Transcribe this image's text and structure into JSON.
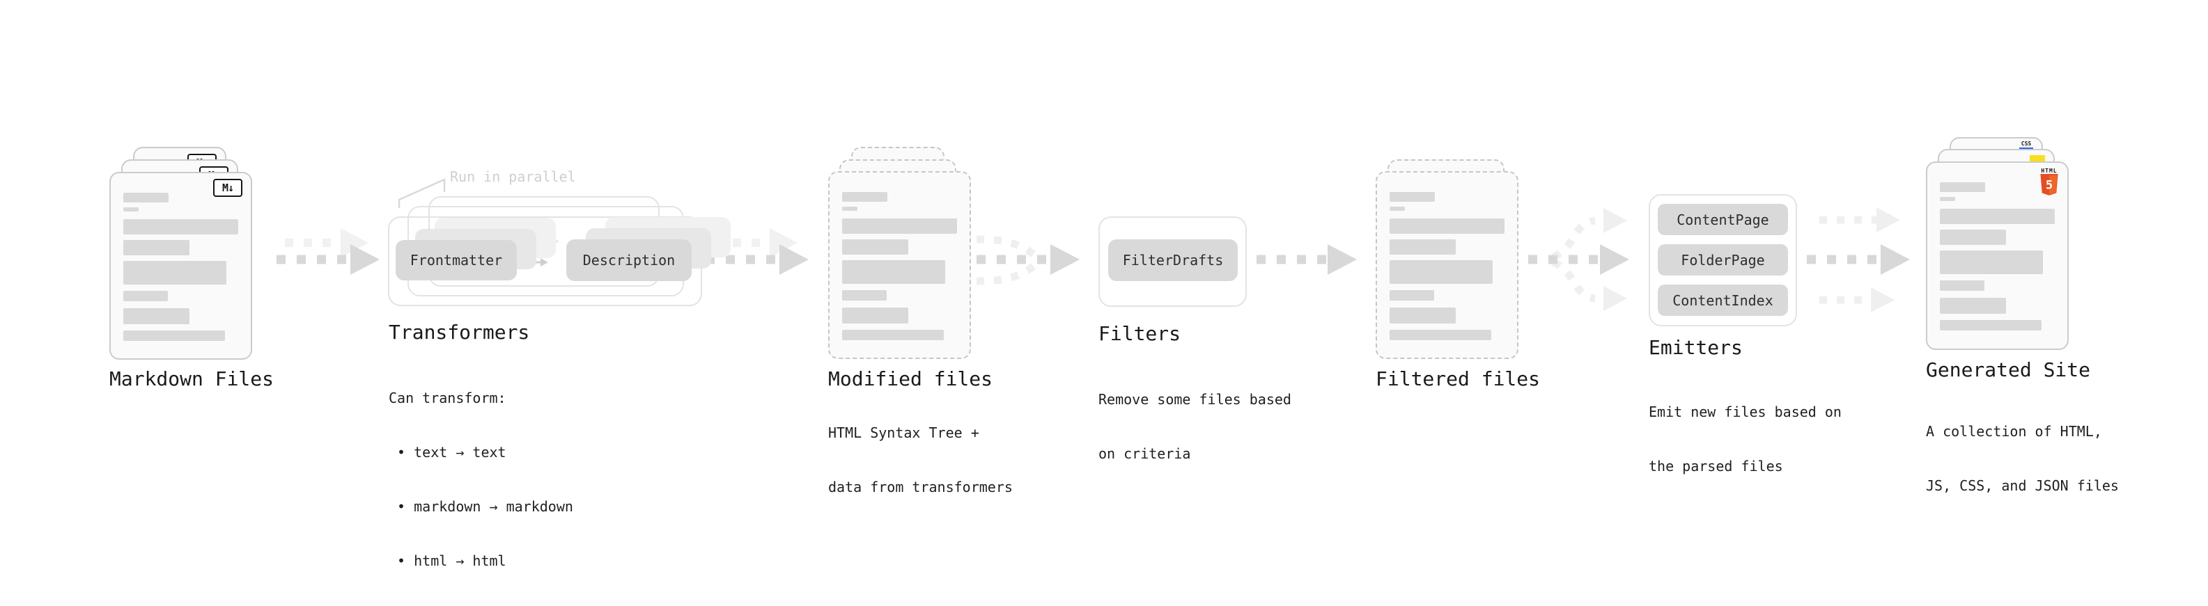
{
  "markdown": {
    "label": "Markdown Files"
  },
  "transformers": {
    "label": "Transformers",
    "annotation": "Run in parallel",
    "chip1": "Frontmatter",
    "chip2": "Description",
    "desc_line1": "Can transform:",
    "desc_line2": " • text → text",
    "desc_line3": " • markdown → markdown",
    "desc_line4": " • html → html"
  },
  "modified": {
    "label": "Modified files",
    "desc_line1": "HTML Syntax Tree +",
    "desc_line2": "data from transformers"
  },
  "filters": {
    "label": "Filters",
    "chip1": "FilterDrafts",
    "desc_line1": "Remove some files based",
    "desc_line2": "on criteria"
  },
  "filtered": {
    "label": "Filtered files"
  },
  "emitters": {
    "label": "Emitters",
    "chip1": "ContentPage",
    "chip2": "FolderPage",
    "chip3": "ContentIndex",
    "desc_line1": "Emit new files based on",
    "desc_line2": "the parsed files"
  },
  "generated": {
    "label": "Generated Site",
    "desc_line1": "A collection of HTML,",
    "desc_line2": "JS, CSS, and JSON files"
  },
  "icons": {
    "markdown_glyph": "M↓",
    "html5_wordmark": "HTML",
    "html5_number": "5",
    "css_wordmark": "CSS"
  },
  "colors": {
    "html5_orange": "#e44d26",
    "js_yellow": "#f7df1e",
    "css_blue": "#2965f1"
  }
}
